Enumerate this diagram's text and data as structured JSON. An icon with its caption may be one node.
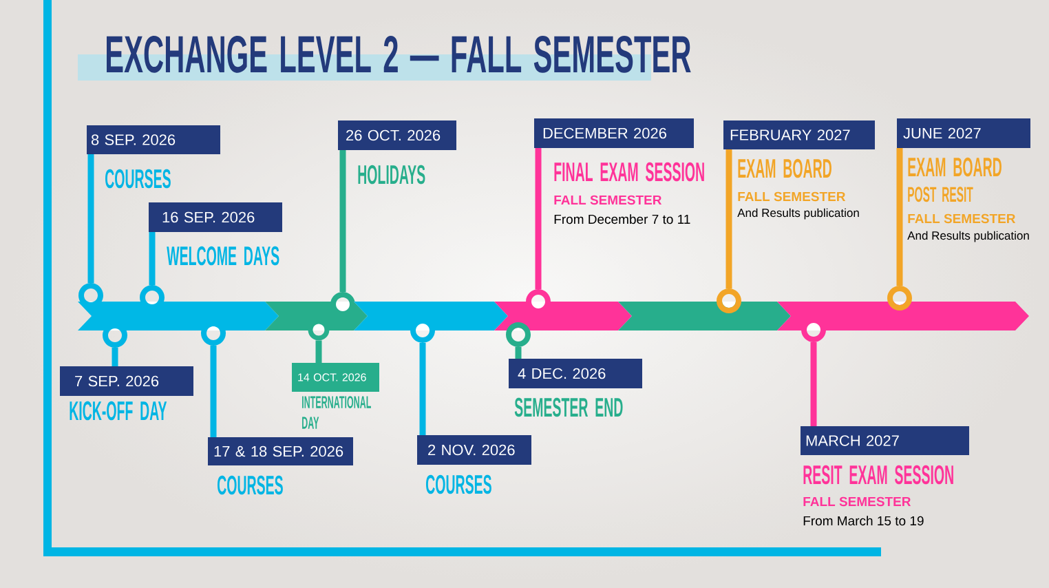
{
  "diagram": {
    "title": "EXCHANGE LEVEL 2 — FALL SEMESTER",
    "nodes": [
      {
        "text": [
          "7 SEP. 2026"
        ],
        "beside": [
          "KICK-OFF DAY"
        ]
      },
      {
        "text": [
          "8 SEP. 2026"
        ],
        "beside": [
          "COURSES"
        ]
      },
      {
        "text": [
          "16 SEP. 2026"
        ],
        "beside": [
          "WELCOME DAYS"
        ]
      },
      {
        "text": [
          "17 & 18 SEP. 2026"
        ],
        "beside": [
          "COURSES"
        ]
      },
      {
        "text": [
          "14 OCT. 2026"
        ],
        "beside": [
          "INTERNATIONAL DAY"
        ]
      },
      {
        "text": [
          "26 OCT. 2026"
        ],
        "beside": [
          "HOLIDAYS"
        ]
      },
      {
        "text": [
          "2 NOV. 2026"
        ],
        "beside": [
          "COURSES"
        ]
      },
      {
        "text": [
          "4 DEC. 2026"
        ],
        "beside": [
          "SEMESTER END"
        ]
      },
      {
        "text": [
          "DECEMBER 2026"
        ],
        "beside": [
          "FINAL EXAM SESSION",
          "FALL SEMESTER",
          "From December 7 to 11"
        ]
      },
      {
        "text": [
          "FEBRUARY 2027"
        ],
        "beside": [
          "EXAM BOARD",
          "FALL SEMESTER",
          "And Results publication"
        ]
      },
      {
        "text": [
          "MARCH 2027"
        ],
        "beside": [
          "RESIT EXAM SESSION",
          "FALL SEMESTER",
          "From March 15 to 19"
        ]
      },
      {
        "text": [
          "JUNE 2027"
        ],
        "beside": [
          "EXAM BOARD",
          "POST RESIT",
          "FALL SEMESTER",
          "And Results publication"
        ]
      },
      {
        "text": [],
        "shape": "circle"
      },
      {
        "text": [],
        "shape": "circle"
      },
      {
        "text": [],
        "shape": "circle"
      },
      {
        "text": [],
        "shape": "circle"
      },
      {
        "text": [],
        "shape": "circle"
      },
      {
        "text": [],
        "shape": "circle"
      },
      {
        "text": [],
        "shape": "circle"
      },
      {
        "text": [],
        "shape": "circle"
      },
      {
        "text": [],
        "shape": "circle"
      },
      {
        "text": [],
        "shape": "circle"
      },
      {
        "text": [],
        "shape": "circle"
      },
      {
        "text": [],
        "shape": "circle"
      }
    ],
    "edges": [
      {
        "from": 12,
        "to": 0,
        "arrow": "none"
      },
      {
        "from": 13,
        "to": 1,
        "arrow": "none"
      },
      {
        "from": 14,
        "to": 2,
        "arrow": "none"
      },
      {
        "from": 15,
        "to": 3,
        "arrow": "none"
      },
      {
        "from": 16,
        "to": 4,
        "arrow": "none",
        "color": "#27ae8c"
      },
      {
        "from": 17,
        "to": 5,
        "arrow": "none",
        "color": "#27ae8c"
      },
      {
        "from": 18,
        "to": 6,
        "arrow": "none"
      },
      {
        "from": 19,
        "to": 7,
        "arrow": "none",
        "color": "#27ae8c"
      },
      {
        "from": 20,
        "to": 8,
        "arrow": "none",
        "color": "#ff3399"
      },
      {
        "from": 21,
        "to": 9,
        "arrow": "none",
        "color": "#f2a527"
      },
      {
        "from": 22,
        "to": 10,
        "arrow": "none",
        "color": "#ff3399"
      },
      {
        "from": 23,
        "to": 11,
        "arrow": "none",
        "color": "#f2a527"
      }
    ]
  }
}
